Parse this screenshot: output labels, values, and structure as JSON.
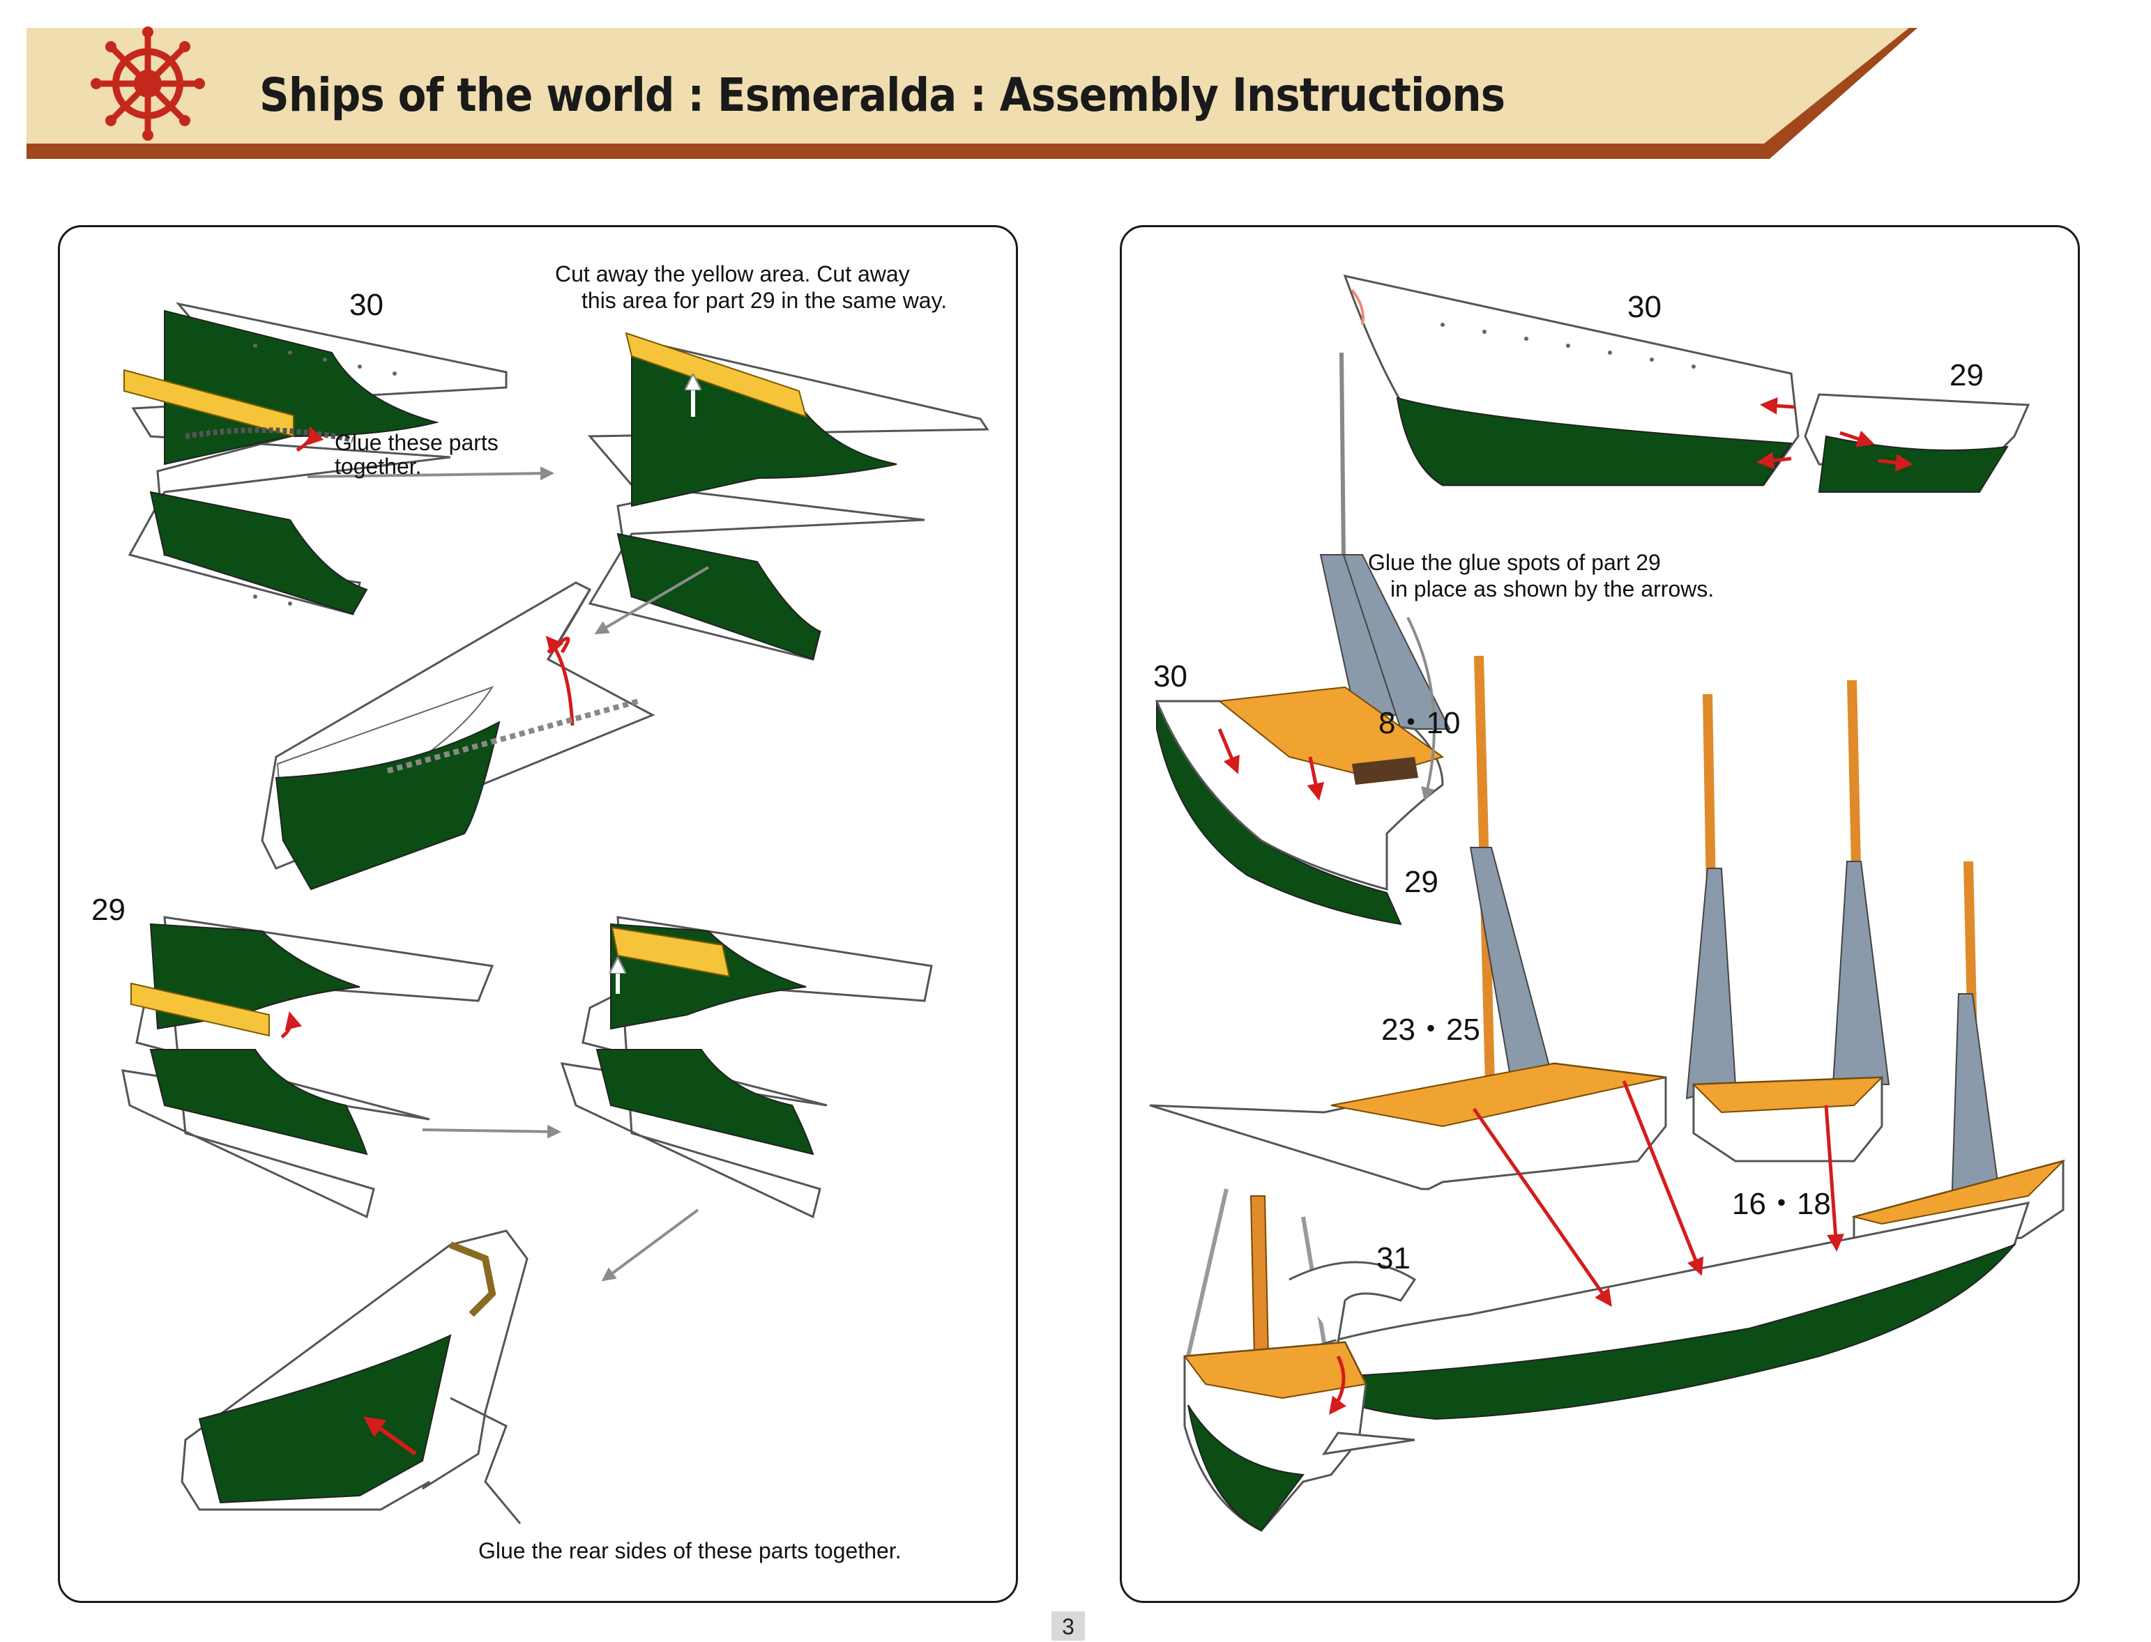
{
  "header": {
    "title": "Ships of the world : Esmeralda : Assembly Instructions",
    "logo_icon": "ships-wheel-icon",
    "colors": {
      "band": "#f0ddb0",
      "stripe": "#a0481c",
      "wheel": "#c4281c"
    }
  },
  "left_panel": {
    "step1_part": "30",
    "step1_note_line1": "Cut away the yellow area. Cut away",
    "step1_note_line2": "this area for part 29 in the same way.",
    "glue_note_line1": "Glue these parts",
    "glue_note_line2": "together.",
    "step2_part": "29",
    "rear_note": "Glue the rear sides of these parts together."
  },
  "right_panel": {
    "top_part_a": "30",
    "top_part_b": "29",
    "glue_spots_line1": "Glue the glue spots of part 29",
    "glue_spots_line2": "in place as shown by the arrows.",
    "hull_part_a": "30",
    "deck_parts": "8・10",
    "hull_part_b": "29",
    "mast_parts_a": "23・25",
    "mast_parts_b": "16・18",
    "bow_part": "31"
  },
  "colors": {
    "hull_green": "#0b4d14",
    "deck_orange": "#f0a330",
    "cut_yellow": "#f5c43a",
    "arrow_red": "#d41c1c",
    "arrow_gray": "#8c8c8c"
  },
  "footer": {
    "page_number": "3"
  }
}
